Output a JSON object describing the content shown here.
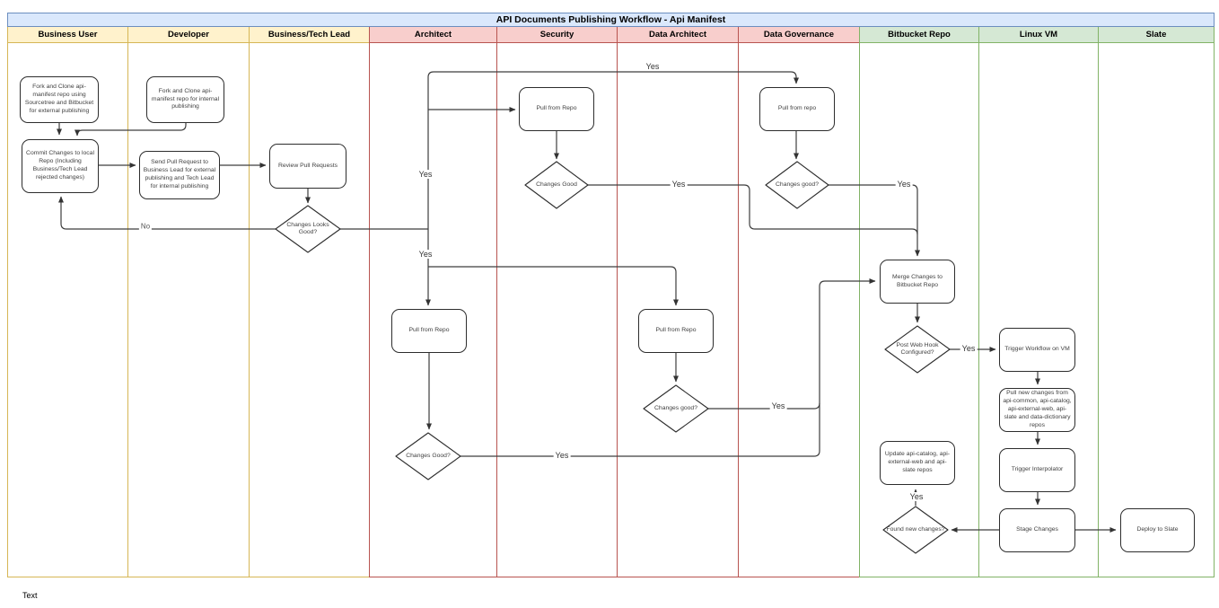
{
  "title": "API Documents Publishing Workflow - Api Manifest",
  "footer_text": "Text",
  "labels": {
    "yes": "Yes",
    "no": "No"
  },
  "groups": {
    "yellow": {
      "fill": "#fff2cc",
      "stroke": "#d6b656"
    },
    "red": {
      "fill": "#f8cecc",
      "stroke": "#b85450"
    },
    "green": {
      "fill": "#d5e8d4",
      "stroke": "#82b366"
    },
    "blue": {
      "fill": "#dae8fc",
      "stroke": "#6c8ebf"
    }
  },
  "lanes": [
    {
      "label": "Business User",
      "group": "yellow"
    },
    {
      "label": "Developer",
      "group": "yellow"
    },
    {
      "label": "Business/Tech Lead",
      "group": "yellow"
    },
    {
      "label": "Architect",
      "group": "red"
    },
    {
      "label": "Security",
      "group": "red"
    },
    {
      "label": "Data Architect",
      "group": "red"
    },
    {
      "label": "Data Governance",
      "group": "red"
    },
    {
      "label": "Bitbucket Repo",
      "group": "green"
    },
    {
      "label": "Linux VM",
      "group": "green"
    },
    {
      "label": "Slate",
      "group": "green"
    }
  ],
  "nodes": {
    "fork_external": {
      "label": "Fork and Clone api-manifest repo using Sourcetree and Bitbucket for external publishing"
    },
    "fork_internal": {
      "label": "Fork and Clone api-manifest repo for internal publishing"
    },
    "commit_changes": {
      "label": "Commit Changes to local Repo (Including Business/Tech Lead rejected changes)"
    },
    "send_pull_request": {
      "label": "Send Pull Request to Business Lead for external publishing and Tech Lead for internal publishing"
    },
    "review_pull_requests": {
      "label": "Review Pull Requests"
    },
    "architect_pull": {
      "label": "Pull from Repo"
    },
    "security_pull": {
      "label": "Pull from Repo"
    },
    "data_architect_pull": {
      "label": "Pull from Repo"
    },
    "data_governance_pull": {
      "label": "Pull from repo"
    },
    "merge_changes": {
      "label": "Merge Changes to Bitbucket Repo"
    },
    "trigger_workflow": {
      "label": "Trigger Workflow on VM"
    },
    "pull_new_changes": {
      "label": "Pull new changes from api-common, api-catalog, api-external-web, api-slate and data-dictionary repos"
    },
    "trigger_interpolator": {
      "label": "Trigger Interpolator"
    },
    "stage_changes": {
      "label": "Stage Changes"
    },
    "deploy_to_slate": {
      "label": "Deploy to Slate"
    },
    "update_repos": {
      "label": "Update api-catalog, api-external-web and api-slate repos"
    }
  },
  "decisions": {
    "changes_looks_good": {
      "label": "Changes Looks Good?"
    },
    "security_changes_good": {
      "label": "Changes Good"
    },
    "data_governance_changes_good": {
      "label": "Changes good?"
    },
    "architect_changes_good": {
      "label": "Changes Good?"
    },
    "data_architect_changes_good": {
      "label": "Changes good?"
    },
    "post_web_hook": {
      "label": "Post Web Hook Configured?"
    },
    "found_new_changes": {
      "label": "Found new changes?"
    }
  }
}
